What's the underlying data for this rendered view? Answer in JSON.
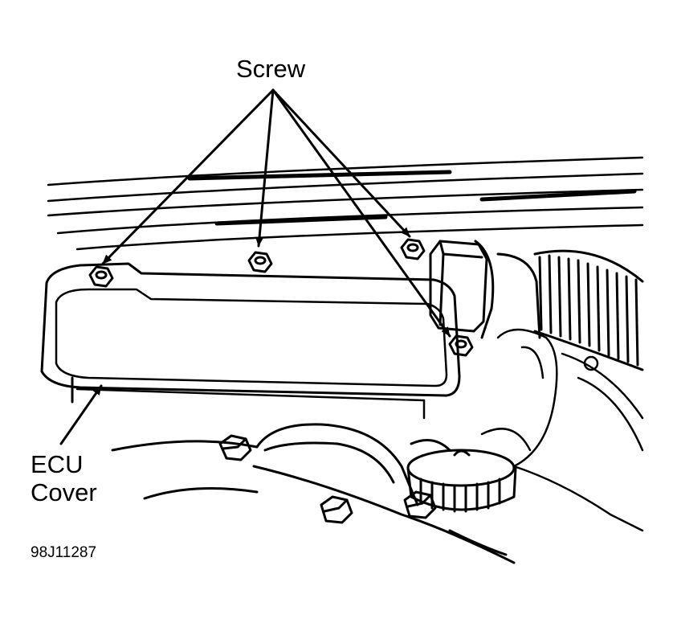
{
  "labels": {
    "screw": "Screw",
    "ecu_line1": "ECU",
    "ecu_line2": "Cover",
    "figure_id": "98J11287"
  },
  "colors": {
    "ink": "#000000",
    "paper": "#ffffff"
  }
}
